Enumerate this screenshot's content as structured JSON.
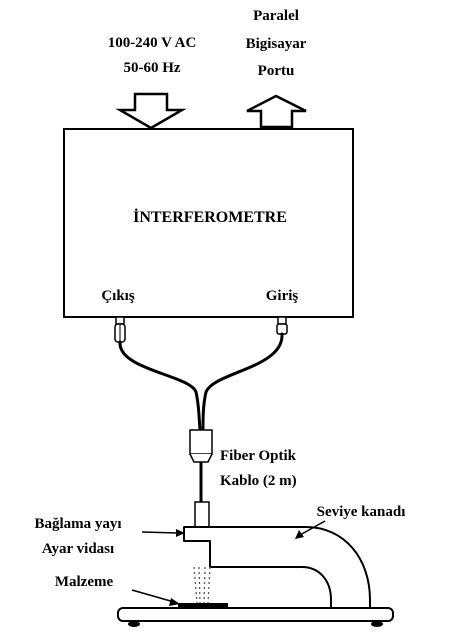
{
  "power": {
    "line1": "100-240 V AC",
    "line2": "50-60 Hz"
  },
  "port": {
    "line1": "Paralel",
    "line2": "Bigisayar",
    "line3": "Portu"
  },
  "device": {
    "title": "İNTERFEROMETRE",
    "output_label": "Çıkış",
    "input_label": "Giriş"
  },
  "cable": {
    "line1": "Fiber Optik",
    "line2": "Kablo (2 m)"
  },
  "clamp": {
    "line1": "Bağlama yayı",
    "line2": "Ayar vidası"
  },
  "arm": {
    "label": "Seviye kanadı"
  },
  "sample": {
    "label": "Malzeme"
  }
}
